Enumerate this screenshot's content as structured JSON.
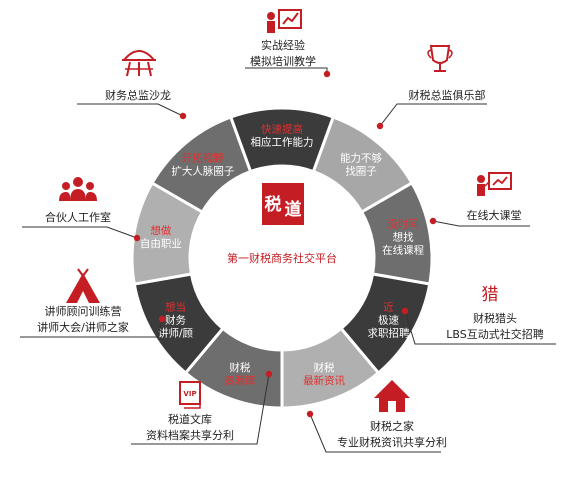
{
  "center": {
    "logo_chars": [
      "税",
      "道"
    ],
    "caption": "第一财税商务社交平台"
  },
  "ring_segments": [
    {
      "name": "seg-quick-improve",
      "fill": "#3b3b3b",
      "lines": [
        {
          "text": "快速提高",
          "color": "#e2302f"
        },
        {
          "text": "相应工作能力",
          "color": "#ffffff"
        }
      ]
    },
    {
      "name": "seg-find-circle",
      "fill": "#a7a7a7",
      "lines": [
        {
          "text": "能力不够",
          "color": "#ffffff"
        },
        {
          "text": "找圈子",
          "color": "#ffffff"
        }
      ]
    },
    {
      "name": "seg-online-course",
      "fill": "#6e6e6e",
      "lines": [
        {
          "text": "没时间",
          "color": "#e2302f"
        },
        {
          "text": "想找",
          "color": "#ffffff"
        },
        {
          "text": "在线课程",
          "color": "#ffffff"
        }
      ]
    },
    {
      "name": "seg-job-hunt",
      "fill": "#3b3b3b",
      "lines": [
        {
          "text": "近",
          "color": "#e2302f"
        },
        {
          "text": "极速",
          "color": "#ffffff"
        },
        {
          "text": "求职招聘",
          "color": "#ffffff"
        }
      ]
    },
    {
      "name": "seg-latest-news",
      "fill": "#b0b0b0",
      "lines": [
        {
          "text": "财税",
          "color": "#ffffff"
        },
        {
          "text": "最新资讯",
          "color": "#e2302f"
        }
      ]
    },
    {
      "name": "seg-resource-lib",
      "fill": "#6e6e6e",
      "lines": [
        {
          "text": "财税",
          "color": "#ffffff"
        },
        {
          "text": "资源库",
          "color": "#e2302f"
        }
      ]
    },
    {
      "name": "seg-lecturer",
      "fill": "#3b3b3b",
      "lines": [
        {
          "text": "想当",
          "color": "#e2302f"
        },
        {
          "text": "财务",
          "color": "#ffffff"
        },
        {
          "text": "讲师/顾",
          "color": "#ffffff"
        }
      ]
    },
    {
      "name": "seg-freelance",
      "fill": "#b0b0b0",
      "lines": [
        {
          "text": "想做",
          "color": "#e2302f"
        },
        {
          "text": "自由职业",
          "color": "#ffffff"
        }
      ]
    },
    {
      "name": "seg-expand-network",
      "fill": "#6e6e6e",
      "lines": [
        {
          "text": "开拓视野",
          "color": "#e2302f"
        },
        {
          "text": "扩大人脉圈子",
          "color": "#ffffff"
        }
      ]
    }
  ],
  "features": [
    {
      "name": "feature-practice-training",
      "icon": "presenter-chart-icon",
      "lines": [
        "实战经验",
        "模拟培训教学"
      ]
    },
    {
      "name": "feature-cfo-club",
      "icon": "trophy-icon",
      "lines": [
        "财税总监俱乐部"
      ]
    },
    {
      "name": "feature-online-classroom",
      "icon": "teacher-board-icon",
      "lines": [
        "在线大课堂"
      ]
    },
    {
      "name": "feature-recruit",
      "icon": "hunter-icon",
      "icon_char": "猎",
      "lines": [
        "财税猎头",
        "LBS互动式社交招聘"
      ]
    },
    {
      "name": "feature-finance-home",
      "icon": "house-icon",
      "lines": [
        "财税之家",
        "专业财税资讯共享分利"
      ]
    },
    {
      "name": "feature-library",
      "icon": "vip-book-icon",
      "icon_char": "VIP",
      "lines": [
        "税道文库",
        "资料档案共享分利"
      ]
    },
    {
      "name": "feature-lecturer-camp",
      "icon": "tent-icon",
      "lines": [
        "讲师顾问训练营",
        "讲师大会/讲师之家"
      ]
    },
    {
      "name": "feature-partner-studio",
      "icon": "people-group-icon",
      "lines": [
        "合伙人工作室"
      ]
    },
    {
      "name": "feature-cfo-salon",
      "icon": "salon-pavilion-icon",
      "lines": [
        "财务总监沙龙"
      ]
    }
  ],
  "colors": {
    "accent": "#c41e24",
    "dot": "#c41e24",
    "line": "#333333"
  }
}
